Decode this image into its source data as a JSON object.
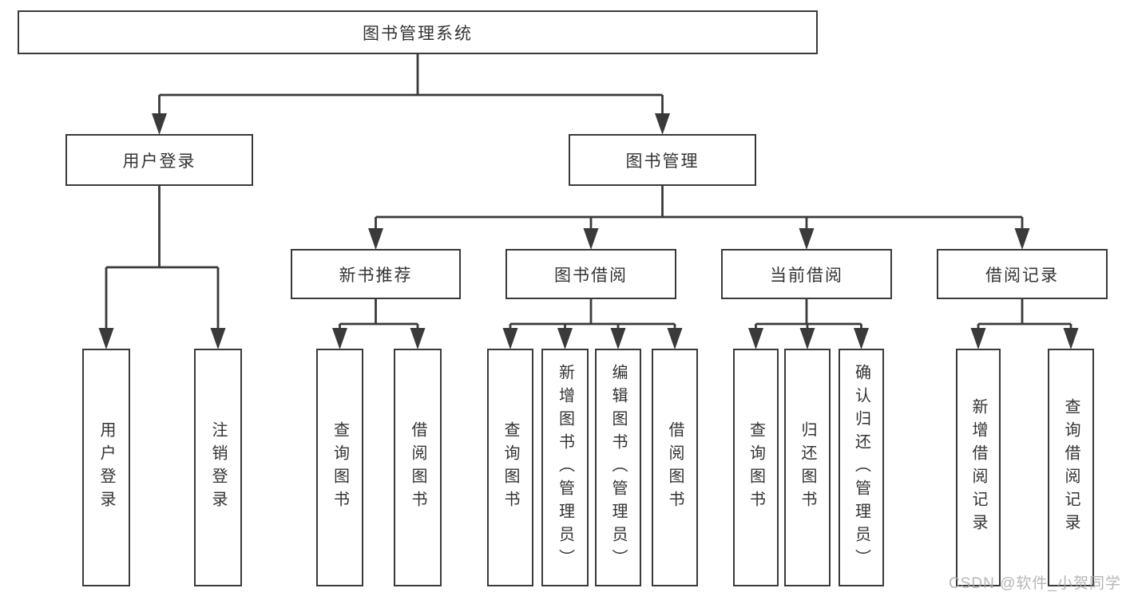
{
  "diagram": {
    "title": "图书管理系统",
    "watermark": "CSDN @软件_小贺同学",
    "colors": {
      "line": "#3a3a3a",
      "box_border": "#3a3a3a",
      "text": "#333333",
      "background": "#ffffff",
      "watermark": "#aaaaaa"
    },
    "nodes": [
      {
        "id": "root",
        "label": "图书管理系统",
        "level": 1,
        "parent": null
      },
      {
        "id": "user-login",
        "label": "用户登录",
        "level": 2,
        "parent": "root"
      },
      {
        "id": "book-mgmt",
        "label": "图书管理",
        "level": 2,
        "parent": "root"
      },
      {
        "id": "new-book-rec",
        "label": "新书推荐",
        "level": 3,
        "parent": "book-mgmt"
      },
      {
        "id": "book-borrow",
        "label": "图书借阅",
        "level": 3,
        "parent": "book-mgmt"
      },
      {
        "id": "current-borrow",
        "label": "当前借阅",
        "level": 3,
        "parent": "book-mgmt"
      },
      {
        "id": "borrow-record",
        "label": "借阅记录",
        "level": 3,
        "parent": "book-mgmt"
      },
      {
        "id": "login",
        "label": "用户登录",
        "level": 4,
        "parent": "user-login"
      },
      {
        "id": "logout",
        "label": "注销登录",
        "level": 4,
        "parent": "user-login"
      },
      {
        "id": "rec-query-books",
        "label": "查询图书",
        "level": 4,
        "parent": "new-book-rec"
      },
      {
        "id": "rec-borrow-books",
        "label": "借阅图书",
        "level": 4,
        "parent": "new-book-rec"
      },
      {
        "id": "bb-query-books",
        "label": "查询图书",
        "level": 4,
        "parent": "book-borrow"
      },
      {
        "id": "bb-add-books",
        "label": "新增图书（管理员）",
        "level": 4,
        "parent": "book-borrow"
      },
      {
        "id": "bb-edit-books",
        "label": "编辑图书（管理员）",
        "level": 4,
        "parent": "book-borrow"
      },
      {
        "id": "bb-borrow-books",
        "label": "借阅图书",
        "level": 4,
        "parent": "book-borrow"
      },
      {
        "id": "cb-query-books",
        "label": "查询图书",
        "level": 4,
        "parent": "current-borrow"
      },
      {
        "id": "cb-return-books",
        "label": "归还图书",
        "level": 4,
        "parent": "current-borrow"
      },
      {
        "id": "cb-confirm-return",
        "label": "确认归还（管理员）",
        "level": 4,
        "parent": "current-borrow"
      },
      {
        "id": "br-add-record",
        "label": "新增借阅记录",
        "level": 4,
        "parent": "borrow-record"
      },
      {
        "id": "br-query-record",
        "label": "查询借阅记录",
        "level": 4,
        "parent": "borrow-record"
      }
    ]
  }
}
